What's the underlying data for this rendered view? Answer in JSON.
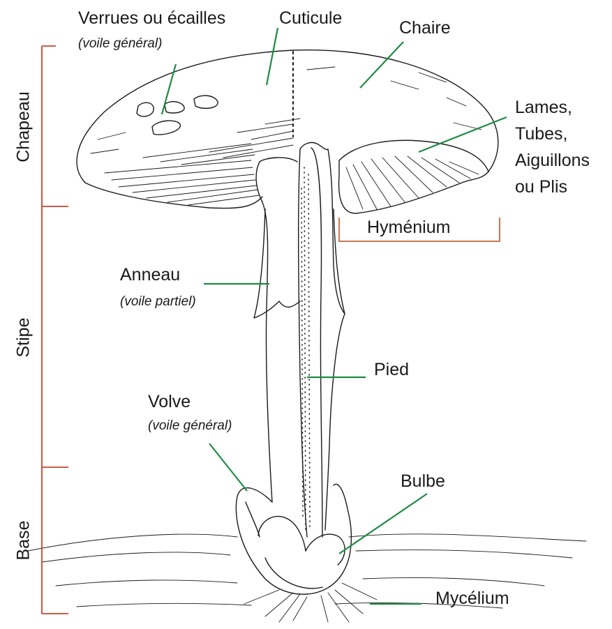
{
  "colors": {
    "pointer_line": "#1e8a44",
    "bracket_line": "#c8452d",
    "hymenium_bracket": "#c8663a",
    "ink": "#1a1a1a"
  },
  "sections": {
    "chapeau": "Chapeau",
    "stipe": "Stipe",
    "base": "Base"
  },
  "labels": {
    "verrues": "Verrues ou écailles",
    "verrues_sub": "(voile général)",
    "cuticule": "Cuticule",
    "chaire": "Chaire",
    "lames_1": "Lames,",
    "lames_2": "Tubes,",
    "lames_3": "Aiguillons",
    "lames_4": "ou Plis",
    "hymenium": "Hyménium",
    "anneau": "Anneau",
    "anneau_sub": "(voile partiel)",
    "pied": "Pied",
    "volve": "Volve",
    "volve_sub": "(voile général)",
    "bulbe": "Bulbe",
    "mycelium": "Mycélium"
  }
}
